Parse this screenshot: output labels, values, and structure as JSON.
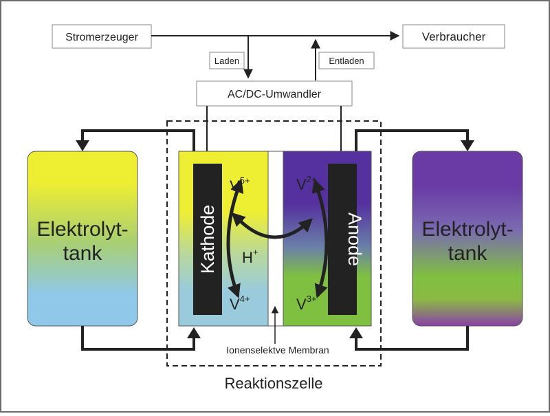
{
  "diagram": {
    "nodes": {
      "generator": "Stromerzeuger",
      "consumer": "Verbraucher",
      "converter": "AC/DC-Umwandler",
      "tank_left": {
        "line1": "Elektrolyt-",
        "line2": "tank"
      },
      "tank_right": {
        "line1": "Elektrolyt-",
        "line2": "tank"
      },
      "cathode": "Kathode",
      "anode": "Anode"
    },
    "edge_labels": {
      "charge": "Laden",
      "discharge": "Entladen"
    },
    "species": {
      "v5": {
        "base": "V",
        "sup": "5+"
      },
      "v4": {
        "base": "V",
        "sup": "4+"
      },
      "v2": {
        "base": "V",
        "sup": "2+"
      },
      "v3": {
        "base": "V",
        "sup": "3+"
      },
      "h": {
        "base": "H",
        "sup": "+"
      }
    },
    "membrane_label": "Ionenselektve Membran",
    "cell_label": "Reaktionszelle",
    "colors": {
      "yellow": "#eeee33",
      "light_blue": "#8fc8e8",
      "purple": "#5a33a3",
      "green": "#80c040",
      "electrode": "#222222"
    }
  }
}
